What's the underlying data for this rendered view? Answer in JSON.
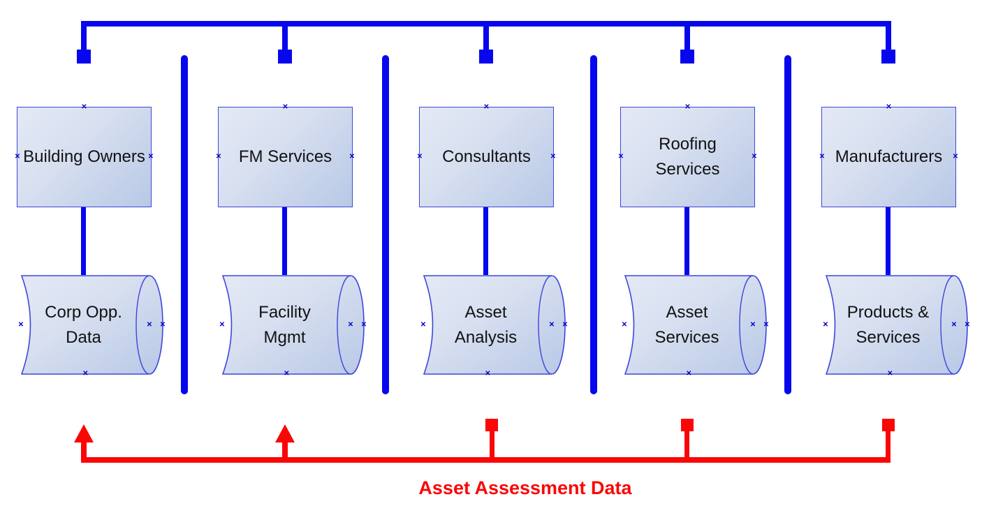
{
  "diagram_title": "Asset Assessment Data",
  "colors": {
    "blue": "#0707ee",
    "red": "#fb0606",
    "box_border": "#3e46da",
    "box_fill_light": "#e4e9f5",
    "box_fill_dark": "#b8c8e6",
    "marker": "#0000cc",
    "text": "#111111"
  },
  "marker_glyph": "✕",
  "columns": [
    {
      "id": "building-owners",
      "box_label": "Building Owners",
      "cylinder_label": [
        "Corp Opp.",
        "Data"
      ],
      "bottom_connector": "arrow-up"
    },
    {
      "id": "fm-services",
      "box_label": "FM Services",
      "cylinder_label": [
        "Facility",
        "Mgmt"
      ],
      "bottom_connector": "arrow-up"
    },
    {
      "id": "consultants",
      "box_label": "Consultants",
      "cylinder_label": [
        "Asset",
        "Analysis"
      ],
      "bottom_connector": "square"
    },
    {
      "id": "roofing-services",
      "box_label": [
        "Roofing",
        "Services"
      ],
      "cylinder_label": [
        "Asset",
        "Services"
      ],
      "bottom_connector": "square"
    },
    {
      "id": "manufacturers",
      "box_label": "Manufacturers",
      "cylinder_label": [
        "Products &",
        "Services"
      ],
      "bottom_connector": "square"
    }
  ],
  "bottom_label": "Asset Assessment Data"
}
